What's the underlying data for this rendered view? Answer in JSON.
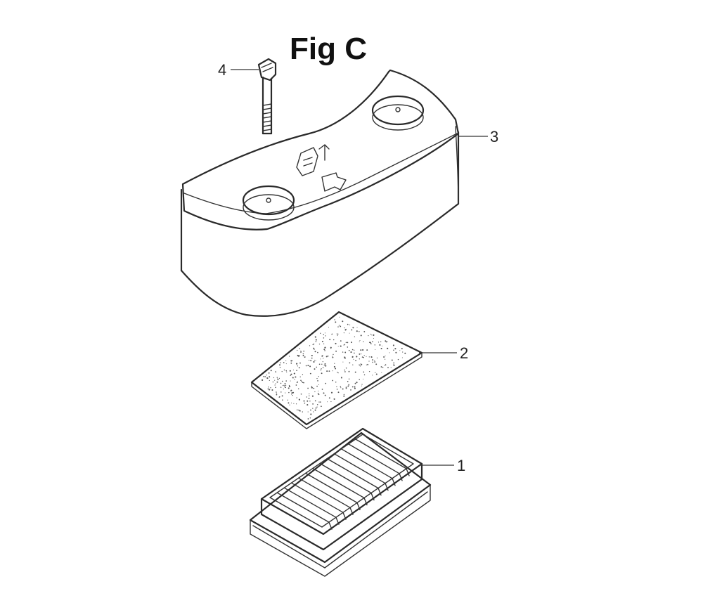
{
  "figure": {
    "title": "Fig C",
    "colors": {
      "line": "#2a2a2a",
      "foam_dots": "#555555",
      "background": "#ffffff"
    },
    "callouts": [
      {
        "number": "1",
        "part": "air-filter-element"
      },
      {
        "number": "2",
        "part": "foam-pre-filter"
      },
      {
        "number": "3",
        "part": "air-cleaner-cover"
      },
      {
        "number": "4",
        "part": "wing-bolt"
      }
    ]
  }
}
